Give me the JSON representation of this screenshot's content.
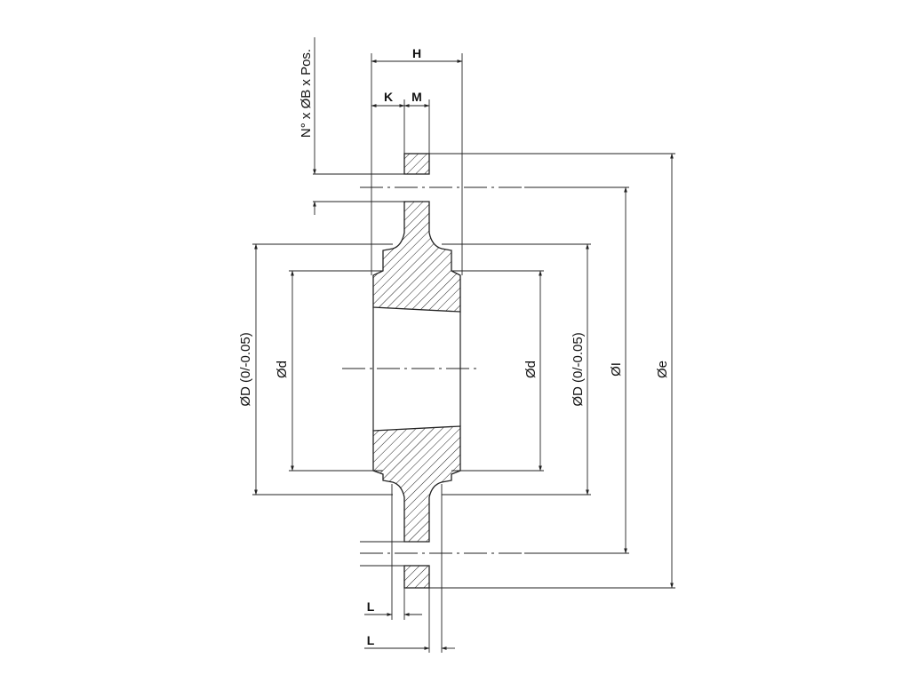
{
  "drawing": {
    "labels": {
      "H": "H",
      "K": "K",
      "M": "M",
      "L_top": "L",
      "L_bottom": "L",
      "holes": "N° x ØB x Pos.",
      "D_left": "ØD (0/-0.05)",
      "d_left": "Ød",
      "d_right": "Ød",
      "D_right": "ØD (0/-0.05)",
      "I": "ØI",
      "e": "Øe"
    }
  }
}
